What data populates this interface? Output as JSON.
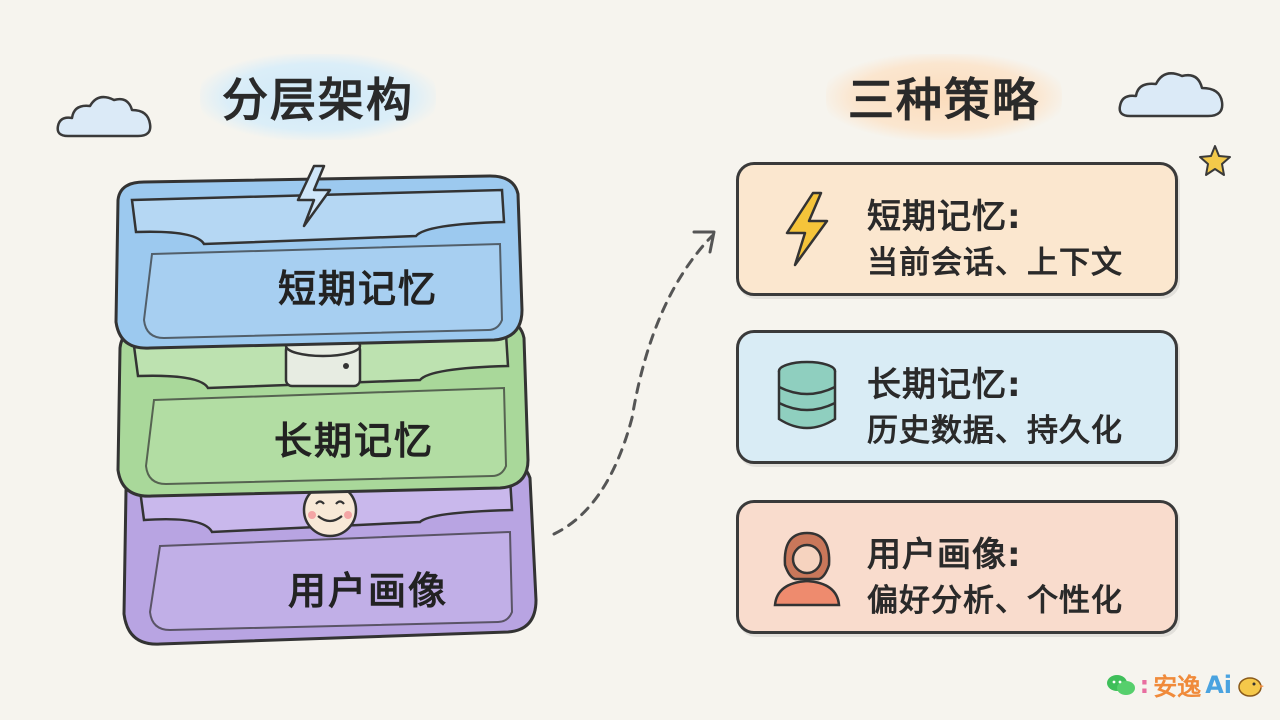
{
  "left_title": "分层架构",
  "right_title": "三种策略",
  "layers": [
    {
      "label": "短期记忆"
    },
    {
      "label": "长期记忆"
    },
    {
      "label": "用户画像"
    }
  ],
  "strategies": [
    {
      "heading": "短期记忆:",
      "detail": "当前会话、上下文",
      "icon": "lightning-icon"
    },
    {
      "heading": "长期记忆:",
      "detail": "历史数据、持久化",
      "icon": "database-icon"
    },
    {
      "heading": "用户画像:",
      "detail": "偏好分析、个性化",
      "icon": "person-icon"
    }
  ],
  "brand": {
    "colon": ":",
    "name": "安逸",
    "suffix": "Ai"
  },
  "colors": {
    "layer_top": "#9cc9ef",
    "layer_mid": "#a9d89a",
    "layer_bottom": "#b8a4e2",
    "card_orange": "#fbe7cf",
    "card_blue": "#d9ecf5",
    "card_peach": "#f9dccd"
  }
}
